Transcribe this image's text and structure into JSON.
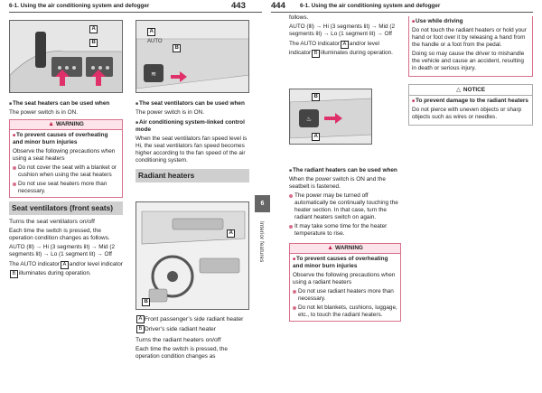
{
  "left_page": {
    "header_title": "6-1. Using the air conditioning system and defogger",
    "page_number": "443",
    "col1": {
      "seat_heaters_title": "The seat heaters can be used when",
      "seat_heaters_body": "The power switch is in ON.",
      "warning_label": "WARNING",
      "warning_heading": "To prevent causes of overheating and minor burn injuries",
      "warning_intro": "Observe the following precautions when using a seat heaters",
      "warning_bullets": [
        "Do not cover the seat with a blanket or cushion when using the seat heaters",
        "Do not use seat heaters more than necessary."
      ],
      "section_title": "Seat ventilators (front seats)",
      "section_intro": "Turns the seat ventilators on/off",
      "section_body": "Each time the switch is pressed, the operation condition changes as follows.",
      "sequence": "AUTO (lll) → Hi (3 segments lit) → Mid (2 segments lit) → Lo (1 segment lit) → Off",
      "auto_prefix": "The AUTO indicator",
      "and_or_level": "and/or level",
      "indicator_word": "indicator",
      "illuminates": "illuminates during operation."
    },
    "col2": {
      "fig_auto": "AUTO",
      "vent_title": "The seat ventilators can be used when",
      "vent_body": "The power switch is in ON.",
      "linked_title": "Air conditioning system-linked control mode",
      "linked_body": "When the seat ventilators fan speed level is Hi, the seat ventilators fan speed becomes higher according to the fan speed of the air conditioning system.",
      "section_title": "Radiant heaters",
      "captions": [
        {
          "box": "A",
          "text": "Front passenger’s side radiant heater"
        },
        {
          "box": "B",
          "text": "Driver’s side radiant heater"
        }
      ],
      "turns": "Turns the radiant heaters on/off",
      "each_time": "Each time the switch is pressed, the operation condition changes as"
    },
    "side_tab_number": "6",
    "side_tab_text": "Interior features"
  },
  "right_page": {
    "page_number": "444",
    "header_title": "6-1. Using the air conditioning system and defogger",
    "col1": {
      "follows": "follows.",
      "sequence": "AUTO (lll) → Hi (3 segments lit) → Mid (2 segments lit) → Lo (1 segment lit) → Off",
      "auto_prefix": "The AUTO indicator",
      "and_or_level": "and/or level",
      "indicator_word": "indicator",
      "illuminates": "illuminates during operation.",
      "radiant_title": "The radiant heaters can be used when",
      "radiant_body": "When the power switch is ON and the seatbelt is fastened.",
      "bullets": [
        "The power may be turned off automatically be continually touching the heater section. In that case, turn the radiant heaters switch on again.",
        "It may take some time for the heater temperature to rise."
      ],
      "warning_label": "WARNING",
      "warning_heading": "To prevent causes of overheating and minor burn injuries",
      "warning_intro": "Observe the following precautions when using a radiant heaters",
      "warning_bullets": [
        "Do not use radiant heaters more than necessary.",
        "Do not let blankets, cushions, luggage, etc., to touch the radiant heaters."
      ]
    },
    "col2": {
      "use_heading": "Use while driving",
      "use_body_1": "Do not touch the radiant heaters or hold your hand or foot over it by releasing a hand from the handle or a foot from the pedal.",
      "use_body_2": "Doing so may cause the driver to mishandle the vehicle and cause an accident, resulting in death or serious injury.",
      "notice_label": "NOTICE",
      "notice_heading": "To prevent damage to the radiant heaters",
      "notice_body": "Do not pierce with uneven objects or sharp objects such as wires or needles."
    }
  },
  "labels": {
    "a": "A",
    "b": "B"
  },
  "colors": {
    "warning_border": "#d8708c",
    "warning_bg": "#fde4ea",
    "section_bg": "#cfcfcf",
    "arrow": "#e0306a"
  }
}
